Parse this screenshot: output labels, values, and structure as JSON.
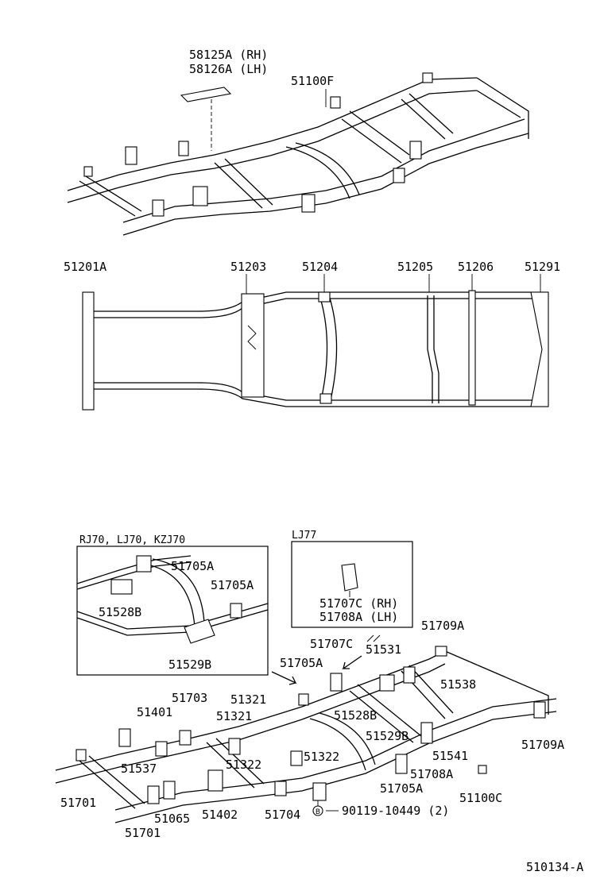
{
  "top": {
    "label_rh": "58125A (RH)",
    "label_lh": "58126A (LH)",
    "frame": "51100F"
  },
  "middle": {
    "labels": [
      "51201A",
      "51203",
      "51204",
      "51205",
      "51206",
      "51291"
    ]
  },
  "inset_left": {
    "title": "RJ70, LJ70, KZJ70",
    "labels": [
      "51705A",
      "51705A",
      "51528B",
      "51529B"
    ]
  },
  "inset_right": {
    "title": "LJ77",
    "label_rh": "51707C (RH)",
    "label_lh": "51708A (LH)"
  },
  "bottom": {
    "labels": {
      "l51707c": "51707C",
      "l51709a_top": "51709A",
      "l51705a_a": "51705A",
      "l51531": "51531",
      "l51538": "51538",
      "l51703": "51703",
      "l51321_a": "51321",
      "l51401": "51401",
      "l51321_b": "51321",
      "l51528b": "51528B",
      "l51529b": "51529B",
      "l51709a_right": "51709A",
      "l51541": "51541",
      "l51537": "51537",
      "l51322_a": "51322",
      "l51322_b": "51322",
      "l51708a": "51708A",
      "l51705a_b": "51705A",
      "l51100c": "51100C",
      "l51701_a": "51701",
      "l51065": "51065",
      "l51402": "51402",
      "l51704": "51704",
      "l51701_b": "51701",
      "bolt_symbol": "B",
      "bolt": "90119-10449 (2)"
    }
  },
  "footer": {
    "code": "510134-A"
  }
}
